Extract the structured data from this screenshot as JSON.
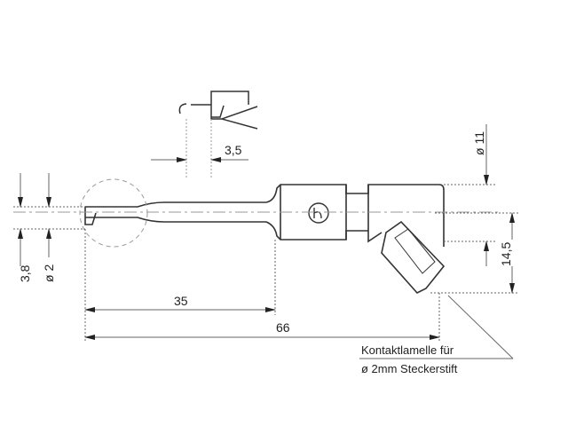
{
  "drawing": {
    "title": "Test clip technical drawing",
    "colors": {
      "line": "#333333",
      "dim": "#555555",
      "center": "#888888",
      "background": "#ffffff"
    },
    "dimensions": {
      "hook_offset": "3,5",
      "body_diameter": "ø 11",
      "socket_offset": "14,5",
      "tip_height": "3,8",
      "tip_diameter": "ø 2",
      "shaft_length": "35",
      "overall_length": "66"
    },
    "annotation": {
      "line1": "Kontaktlamelle für",
      "line2": "ø 2mm Steckerstift"
    },
    "icons": {
      "detail_circle": "dashed-circle",
      "logo": "circle-h-mark"
    }
  }
}
